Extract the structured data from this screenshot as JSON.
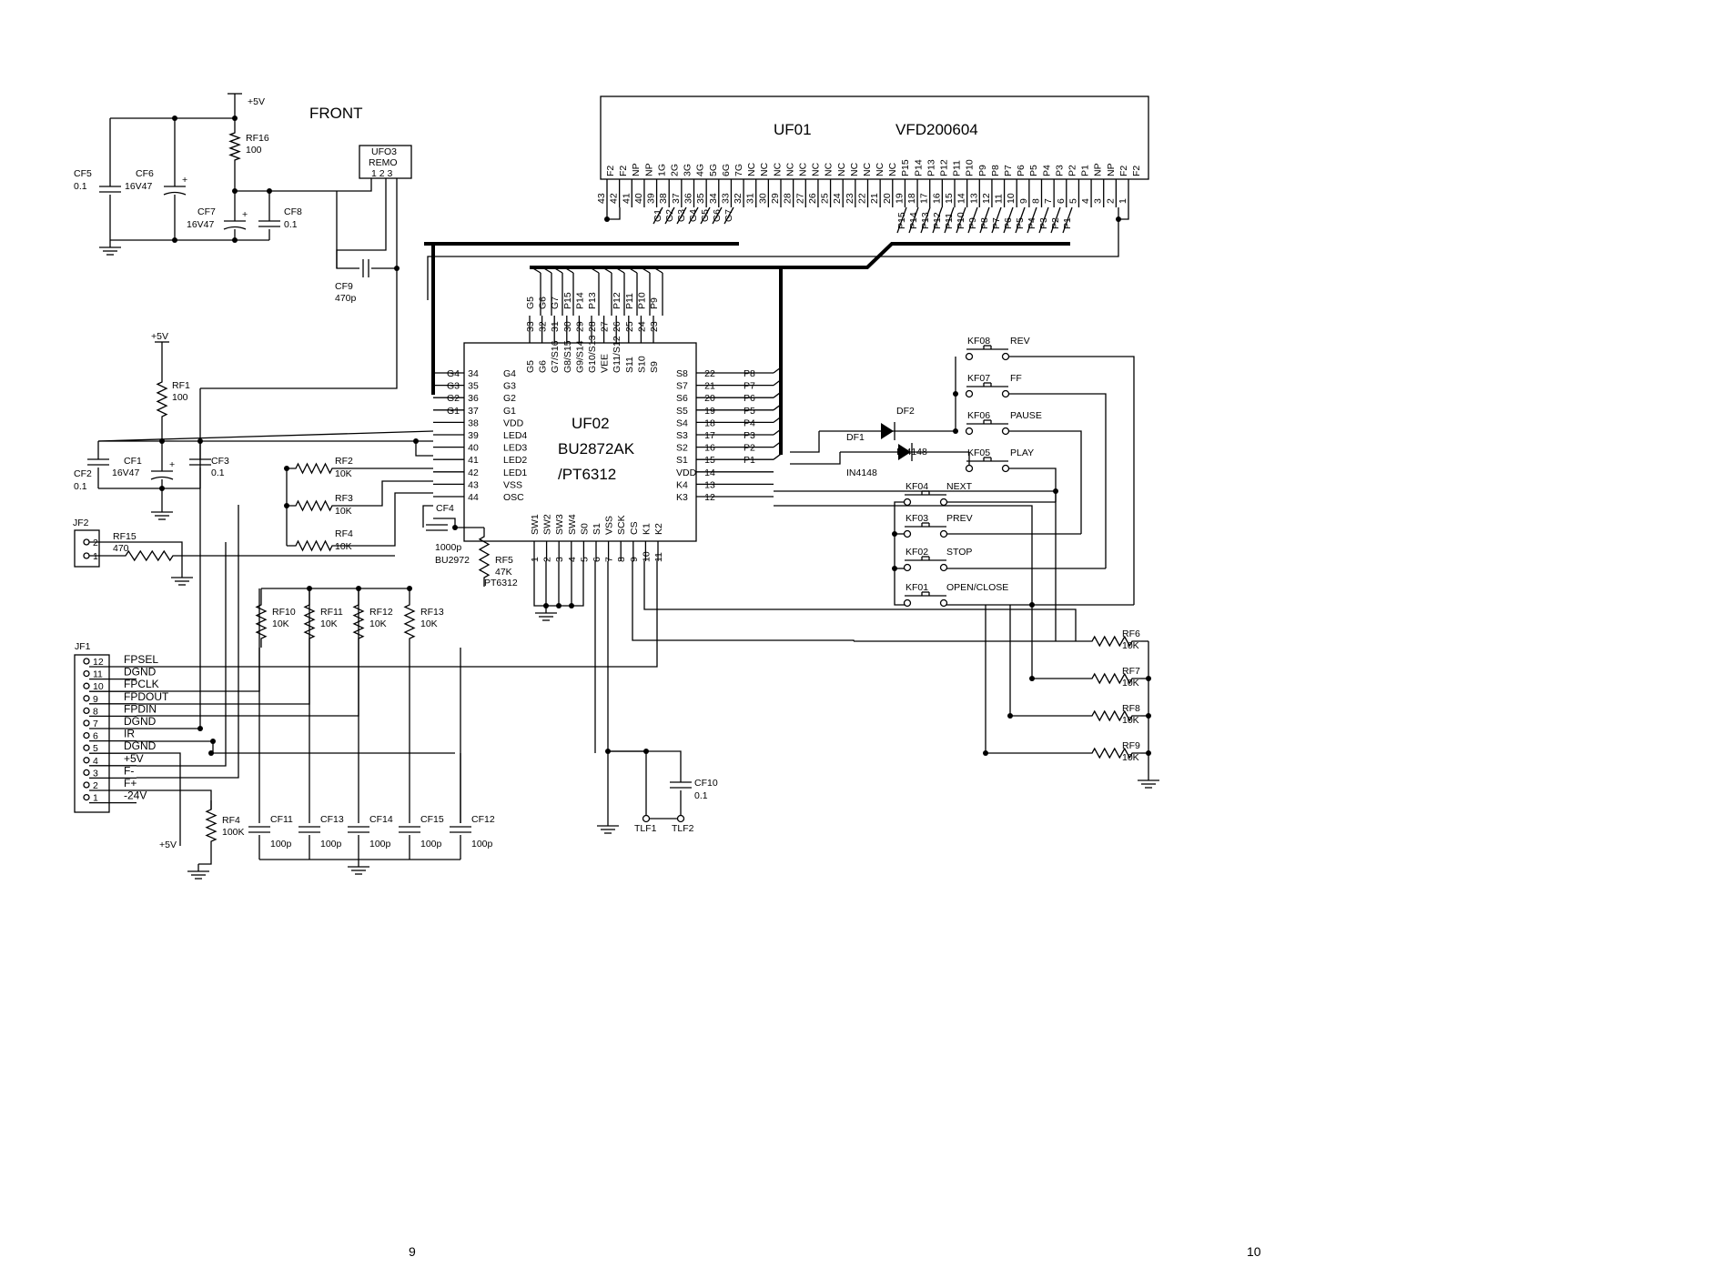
{
  "front_label": "FRONT",
  "pages": {
    "left": "9",
    "right": "10"
  },
  "vfd": {
    "ref": "UF01",
    "part": "VFD200604",
    "pin_names": [
      "F2",
      "F2",
      "NP",
      "NP",
      "1G",
      "2G",
      "3G",
      "4G",
      "5G",
      "6G",
      "7G",
      "NC",
      "NC",
      "NC",
      "NC",
      "NC",
      "NC",
      "NC",
      "NC",
      "NC",
      "NC",
      "NC",
      "NC",
      "P15",
      "P14",
      "P13",
      "P12",
      "P11",
      "P10",
      "P9",
      "P8",
      "P7",
      "P6",
      "P5",
      "P4",
      "P3",
      "P2",
      "P1",
      "NP",
      "NP",
      "F2",
      "F2"
    ],
    "pin_numbers": [
      "43",
      "42",
      "41",
      "40",
      "39",
      "38",
      "37",
      "36",
      "35",
      "34",
      "33",
      "32",
      "31",
      "30",
      "29",
      "28",
      "27",
      "26",
      "25",
      "24",
      "23",
      "22",
      "21",
      "20",
      "19",
      "18",
      "17",
      "16",
      "15",
      "14",
      "13",
      "12",
      "11",
      "10",
      "9",
      "8",
      "7",
      "6",
      "5",
      "4",
      "3",
      "2",
      "1"
    ],
    "net_labels": [
      "G1",
      "G2",
      "G3",
      "G4",
      "G5",
      "G6",
      "G7",
      "P15",
      "P14",
      "P13",
      "P12",
      "P11",
      "P10",
      "P9",
      "P8",
      "P7",
      "P6",
      "P5",
      "P4",
      "P3",
      "P2",
      "P1"
    ]
  },
  "driver": {
    "ref": "UF02",
    "part1": "BU2872AK",
    "part2": "/PT6312",
    "left_pins": [
      {
        "num": "34",
        "name": "G4",
        "net": "G4"
      },
      {
        "num": "35",
        "name": "G3",
        "net": "G3"
      },
      {
        "num": "36",
        "name": "G2",
        "net": "G2"
      },
      {
        "num": "37",
        "name": "G1",
        "net": "G1"
      },
      {
        "num": "38",
        "name": "VDD",
        "net": ""
      },
      {
        "num": "39",
        "name": "LED4",
        "net": ""
      },
      {
        "num": "40",
        "name": "LED3",
        "net": ""
      },
      {
        "num": "41",
        "name": "LED2",
        "net": ""
      },
      {
        "num": "42",
        "name": "LED1",
        "net": ""
      },
      {
        "num": "43",
        "name": "VSS",
        "net": ""
      },
      {
        "num": "44",
        "name": "OSC",
        "net": ""
      }
    ],
    "right_pins": [
      {
        "num": "22",
        "name": "S8",
        "net": "P8"
      },
      {
        "num": "21",
        "name": "S7",
        "net": "P7"
      },
      {
        "num": "20",
        "name": "S6",
        "net": "P6"
      },
      {
        "num": "19",
        "name": "S5",
        "net": "P5"
      },
      {
        "num": "18",
        "name": "S4",
        "net": "P4"
      },
      {
        "num": "17",
        "name": "S3",
        "net": "P3"
      },
      {
        "num": "16",
        "name": "S2",
        "net": "P2"
      },
      {
        "num": "15",
        "name": "S1",
        "net": "P1"
      },
      {
        "num": "14",
        "name": "VDD",
        "net": ""
      },
      {
        "num": "13",
        "name": "K4",
        "net": ""
      },
      {
        "num": "12",
        "name": "K3",
        "net": ""
      }
    ],
    "top_pins": [
      {
        "num": "33",
        "name": "G5",
        "net": "G5"
      },
      {
        "num": "32",
        "name": "G6",
        "net": "G6"
      },
      {
        "num": "31",
        "name": "G7/S16",
        "net": "G7"
      },
      {
        "num": "30",
        "name": "G8/S15",
        "net": "P15"
      },
      {
        "num": "29",
        "name": "G9/S14",
        "net": "P14"
      },
      {
        "num": "28",
        "name": "G10/S13",
        "net": "P13"
      },
      {
        "num": "27",
        "name": "VEE",
        "net": ""
      },
      {
        "num": "26",
        "name": "G11/S12",
        "net": "P12"
      },
      {
        "num": "25",
        "name": "S11",
        "net": "P11"
      },
      {
        "num": "24",
        "name": "S10",
        "net": "P10"
      },
      {
        "num": "23",
        "name": "S9",
        "net": "P9"
      }
    ],
    "bottom_pins": [
      {
        "num": "1",
        "name": "SW1"
      },
      {
        "num": "2",
        "name": "SW2"
      },
      {
        "num": "3",
        "name": "SW3"
      },
      {
        "num": "4",
        "name": "SW4"
      },
      {
        "num": "5",
        "name": "S0"
      },
      {
        "num": "6",
        "name": "S1"
      },
      {
        "num": "7",
        "name": "VSS"
      },
      {
        "num": "8",
        "name": "SCK"
      },
      {
        "num": "9",
        "name": "CS"
      },
      {
        "num": "10",
        "name": "K1"
      },
      {
        "num": "11",
        "name": "K2"
      }
    ]
  },
  "connector_jf1": {
    "ref": "JF1",
    "pins": [
      {
        "num": "12",
        "label": "FPSEL"
      },
      {
        "num": "11",
        "label": "DGND"
      },
      {
        "num": "10",
        "label": "FPCLK"
      },
      {
        "num": "9",
        "label": "FPDOUT"
      },
      {
        "num": "8",
        "label": "FPDIN"
      },
      {
        "num": "7",
        "label": "DGND"
      },
      {
        "num": "6",
        "label": "IR"
      },
      {
        "num": "5",
        "label": "DGND"
      },
      {
        "num": "4",
        "label": "+5V"
      },
      {
        "num": "3",
        "label": "F-"
      },
      {
        "num": "2",
        "label": "F+"
      },
      {
        "num": "1",
        "label": "-24V"
      }
    ]
  },
  "connector_jf2": {
    "ref": "JF2",
    "pins": [
      "2",
      "1"
    ]
  },
  "remote": {
    "ref": "UFO3",
    "name": "REMO",
    "pins": "1 2 3"
  },
  "power_labels": {
    "top": "+5V",
    "left": "+5V",
    "bottom": "+5V"
  },
  "resistors": {
    "RF16": {
      "ref": "RF16",
      "value": "100"
    },
    "RF1": {
      "ref": "RF1",
      "value": "100"
    },
    "RF2": {
      "ref": "RF2",
      "value": "10K"
    },
    "RF3": {
      "ref": "RF3",
      "value": "10K"
    },
    "RF4a": {
      "ref": "RF4",
      "value": "10K"
    },
    "RF4b": {
      "ref": "RF4",
      "value": "100K"
    },
    "RF15": {
      "ref": "RF15",
      "value": "470"
    },
    "RF5": {
      "ref": "RF5",
      "value": "47K",
      "note1": "BU2972",
      "note2": "PT6312"
    },
    "RF10": {
      "ref": "RF10",
      "value": "10K"
    },
    "RF11": {
      "ref": "RF11",
      "value": "10K"
    },
    "RF12": {
      "ref": "RF12",
      "value": "10K"
    },
    "RF13": {
      "ref": "RF13",
      "value": "10K"
    },
    "RF6": {
      "ref": "RF6",
      "value": "10K"
    },
    "RF7": {
      "ref": "RF7",
      "value": "10K"
    },
    "RF8": {
      "ref": "RF8",
      "value": "10K"
    },
    "RF9": {
      "ref": "RF9",
      "value": "10K"
    }
  },
  "capacitors": {
    "CF5": {
      "ref": "CF5",
      "value": "0.1"
    },
    "CF6": {
      "ref": "CF6",
      "value": "16V47"
    },
    "CF7": {
      "ref": "CF7",
      "value": "16V47"
    },
    "CF8": {
      "ref": "CF8",
      "value": "0.1"
    },
    "CF9": {
      "ref": "CF9",
      "value": "470p"
    },
    "CF2": {
      "ref": "CF2",
      "value": "0.1"
    },
    "CF1": {
      "ref": "CF1",
      "value": "16V47"
    },
    "CF3": {
      "ref": "CF3",
      "value": "0.1"
    },
    "CF4": {
      "ref": "CF4",
      "value": "1000p"
    },
    "CF10": {
      "ref": "CF10",
      "value": "0.1"
    },
    "CF11": {
      "ref": "CF11",
      "value": "100p"
    },
    "CF13": {
      "ref": "CF13",
      "value": "100p"
    },
    "CF14": {
      "ref": "CF14",
      "value": "100p"
    },
    "CF15": {
      "ref": "CF15",
      "value": "100p"
    },
    "CF12": {
      "ref": "CF12",
      "value": "100p"
    }
  },
  "diodes": {
    "DF2": {
      "ref": "DF2",
      "part": "IN4148"
    },
    "DF1": {
      "ref": "DF1",
      "part": "IN4148"
    }
  },
  "switches": [
    {
      "ref": "KF08",
      "label": "REV"
    },
    {
      "ref": "KF07",
      "label": "FF"
    },
    {
      "ref": "KF06",
      "label": "PAUSE"
    },
    {
      "ref": "KF05",
      "label": "PLAY"
    },
    {
      "ref": "KF04",
      "label": "NEXT"
    },
    {
      "ref": "KF03",
      "label": "PREV"
    },
    {
      "ref": "KF02",
      "label": "STOP"
    },
    {
      "ref": "KF01",
      "label": "OPEN/CLOSE"
    }
  ],
  "test_points": {
    "TLF1": "TLF1",
    "TLF2": "TLF2"
  }
}
